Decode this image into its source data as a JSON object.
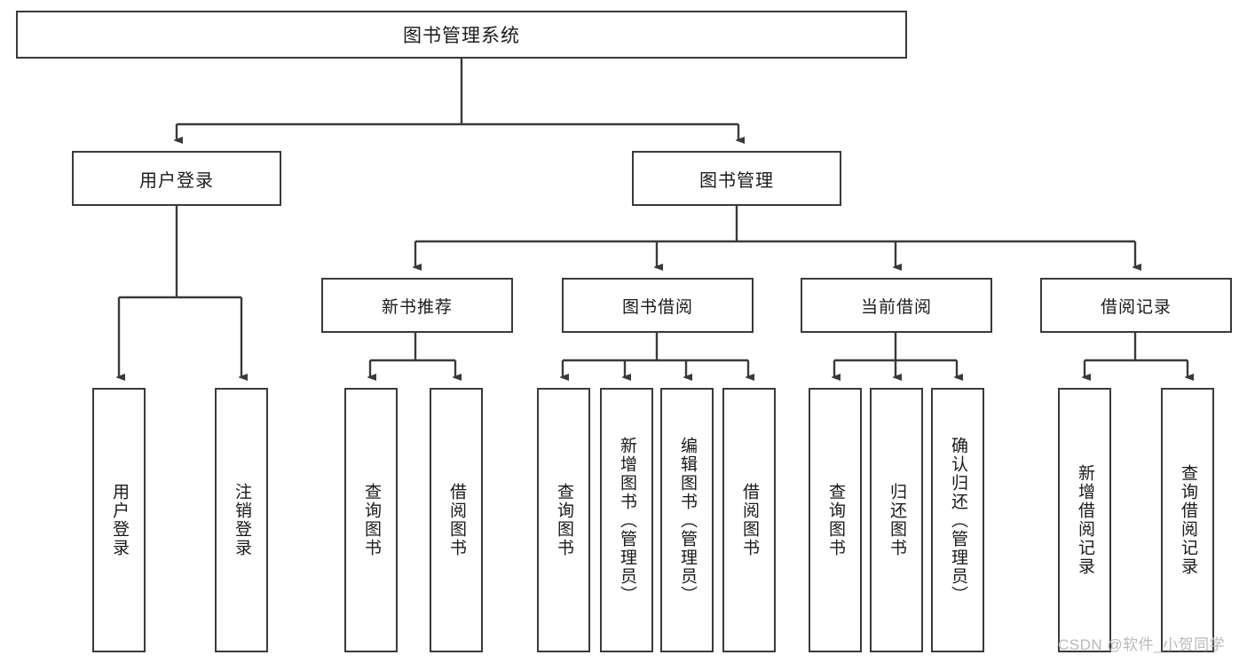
{
  "diagram": {
    "type": "hierarchy-tree",
    "title": "图书管理系统",
    "root": {
      "id": "root",
      "label": "图书管理系统"
    },
    "level2": [
      {
        "id": "user-login",
        "label": "用户登录"
      },
      {
        "id": "book-manage",
        "label": "图书管理"
      }
    ],
    "level3": [
      {
        "id": "new-book-recommend",
        "label": "新书推荐",
        "parent": "book-manage"
      },
      {
        "id": "book-borrow",
        "label": "图书借阅",
        "parent": "book-manage"
      },
      {
        "id": "current-borrow",
        "label": "当前借阅",
        "parent": "book-manage"
      },
      {
        "id": "borrow-record",
        "label": "借阅记录",
        "parent": "book-manage"
      }
    ],
    "leaves": [
      {
        "id": "leaf-user-login",
        "label": "用户登录",
        "parent": "user-login"
      },
      {
        "id": "leaf-logout",
        "label": "注销登录",
        "parent": "user-login"
      },
      {
        "id": "leaf-query-book-1",
        "label": "查询图书",
        "parent": "new-book-recommend"
      },
      {
        "id": "leaf-borrow-book-1",
        "label": "借阅图书",
        "parent": "new-book-recommend"
      },
      {
        "id": "leaf-query-book-2",
        "label": "查询图书",
        "parent": "book-borrow"
      },
      {
        "id": "leaf-add-book",
        "label": "新增图书（管理员）",
        "parent": "book-borrow"
      },
      {
        "id": "leaf-edit-book",
        "label": "编辑图书（管理员）",
        "parent": "book-borrow"
      },
      {
        "id": "leaf-borrow-book-2",
        "label": "借阅图书",
        "parent": "book-borrow"
      },
      {
        "id": "leaf-query-book-3",
        "label": "查询图书",
        "parent": "current-borrow"
      },
      {
        "id": "leaf-return-book",
        "label": "归还图书",
        "parent": "current-borrow"
      },
      {
        "id": "leaf-confirm-return",
        "label": "确认归还（管理员）",
        "parent": "current-borrow"
      },
      {
        "id": "leaf-add-record",
        "label": "新增借阅记录",
        "parent": "borrow-record"
      },
      {
        "id": "leaf-query-record",
        "label": "查询借阅记录",
        "parent": "borrow-record"
      }
    ],
    "watermark": "CSDN @软件_小贺同学",
    "colors": {
      "stroke": "#3a3a3a",
      "background": "#ffffff",
      "text": "#1a1a1a",
      "watermark": "#b9b9b9"
    }
  }
}
